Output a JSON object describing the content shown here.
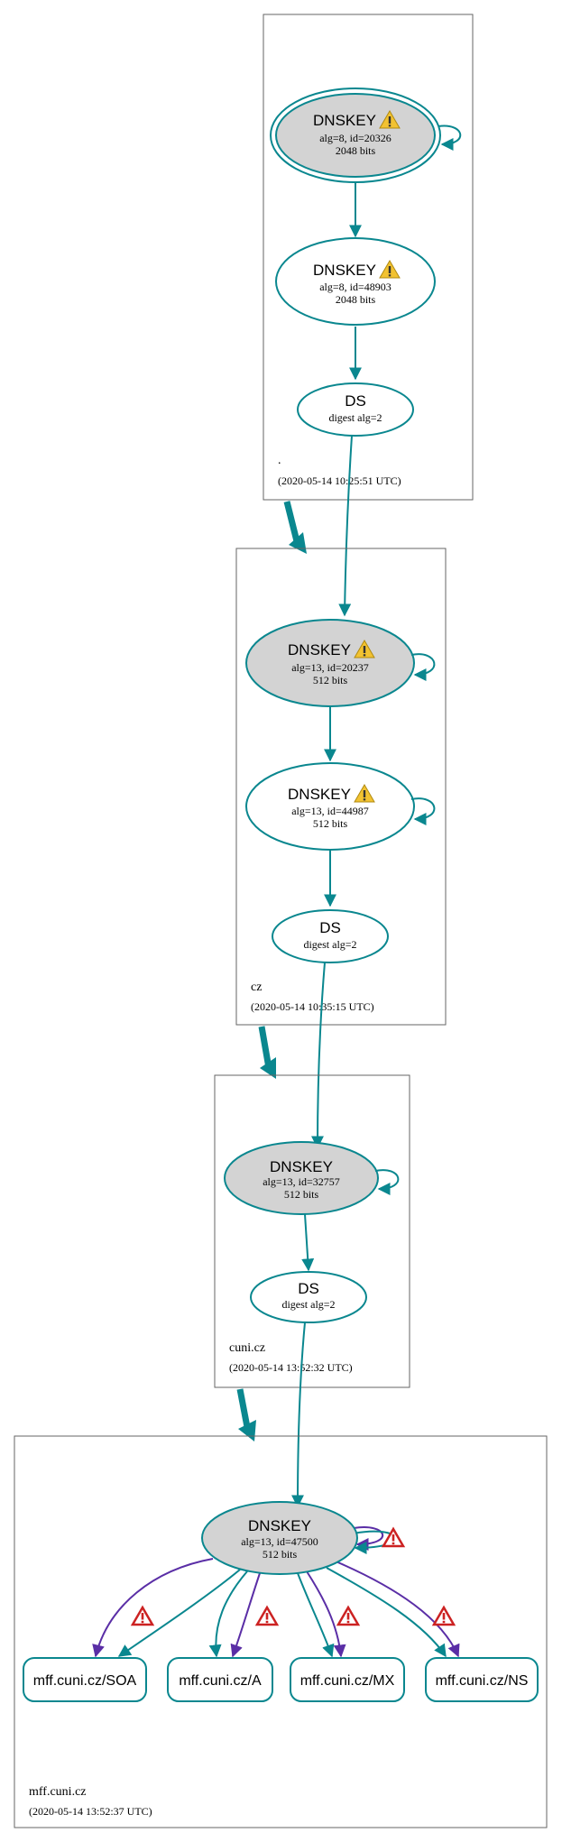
{
  "colors": {
    "edge": "#0a878f",
    "error_edge": "#5a2ea6",
    "zone_border": "#666666",
    "ksk_fill": "#d3d3d3",
    "warn_fill": "#f2c231",
    "err_fill": "#cc2222"
  },
  "zones": [
    {
      "name": ".",
      "timestamp": "(2020-05-14 10:25:51 UTC)",
      "keys": [
        {
          "title": "DNSKEY",
          "line1": "alg=8, id=20326",
          "line2": "2048 bits",
          "icon": "warning-icon"
        },
        {
          "title": "DNSKEY",
          "line1": "alg=8, id=48903",
          "line2": "2048 bits",
          "icon": "warning-icon"
        }
      ],
      "ds": {
        "title": "DS",
        "line1": "digest alg=2"
      }
    },
    {
      "name": "cz",
      "timestamp": "(2020-05-14 10:35:15 UTC)",
      "keys": [
        {
          "title": "DNSKEY",
          "line1": "alg=13, id=20237",
          "line2": "512 bits",
          "icon": "warning-icon"
        },
        {
          "title": "DNSKEY",
          "line1": "alg=13, id=44987",
          "line2": "512 bits",
          "icon": "warning-icon"
        }
      ],
      "ds": {
        "title": "DS",
        "line1": "digest alg=2"
      }
    },
    {
      "name": "cuni.cz",
      "timestamp": "(2020-05-14 13:52:32 UTC)",
      "keys": [
        {
          "title": "DNSKEY",
          "line1": "alg=13, id=32757",
          "line2": "512 bits"
        }
      ],
      "ds": {
        "title": "DS",
        "line1": "digest alg=2"
      }
    },
    {
      "name": "mff.cuni.cz",
      "timestamp": "(2020-05-14 13:52:37 UTC)",
      "keys": [
        {
          "title": "DNSKEY",
          "line1": "alg=13, id=47500",
          "line2": "512 bits",
          "icon": "error-icon"
        }
      ],
      "records": [
        "mff.cuni.cz/SOA",
        "mff.cuni.cz/A",
        "mff.cuni.cz/MX",
        "mff.cuni.cz/NS"
      ]
    }
  ]
}
